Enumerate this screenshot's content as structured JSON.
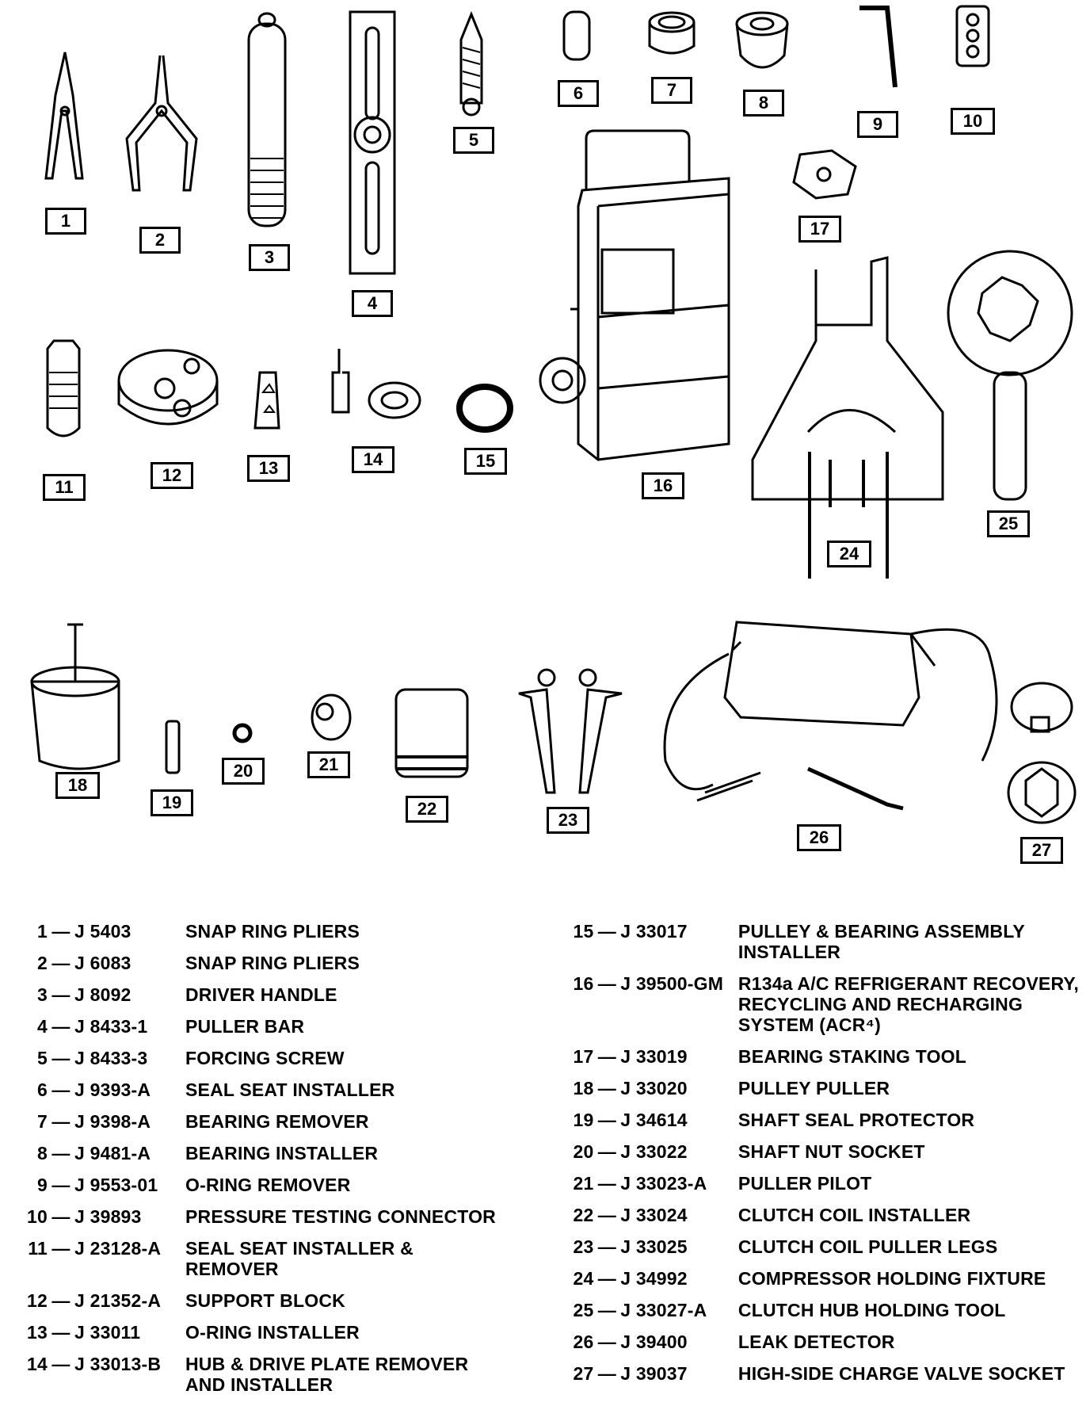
{
  "labels": [
    "1",
    "2",
    "3",
    "4",
    "5",
    "6",
    "7",
    "8",
    "9",
    "10",
    "11",
    "12",
    "13",
    "14",
    "15",
    "16",
    "17",
    "18",
    "19",
    "20",
    "21",
    "22",
    "23",
    "24",
    "25",
    "26",
    "27"
  ],
  "legend_left": [
    {
      "num": "1",
      "part": "J 5403",
      "desc": "SNAP RING PLIERS"
    },
    {
      "num": "2",
      "part": "J 6083",
      "desc": "SNAP RING PLIERS"
    },
    {
      "num": "3",
      "part": "J 8092",
      "desc": "DRIVER HANDLE"
    },
    {
      "num": "4",
      "part": "J 8433-1",
      "desc": "PULLER BAR"
    },
    {
      "num": "5",
      "part": "J 8433-3",
      "desc": "FORCING SCREW"
    },
    {
      "num": "6",
      "part": "J 9393-A",
      "desc": "SEAL SEAT INSTALLER"
    },
    {
      "num": "7",
      "part": "J 9398-A",
      "desc": "BEARING REMOVER"
    },
    {
      "num": "8",
      "part": "J 9481-A",
      "desc": "BEARING INSTALLER"
    },
    {
      "num": "9",
      "part": "J 9553-01",
      "desc": "O-RING REMOVER"
    },
    {
      "num": "10",
      "part": "J 39893",
      "desc": "PRESSURE TESTING CONNECTOR"
    },
    {
      "num": "11",
      "part": "J 23128-A",
      "desc": "SEAL SEAT INSTALLER &\nREMOVER"
    },
    {
      "num": "12",
      "part": "J 21352-A",
      "desc": "SUPPORT BLOCK"
    },
    {
      "num": "13",
      "part": "J 33011",
      "desc": "O-RING INSTALLER"
    },
    {
      "num": "14",
      "part": "J 33013-B",
      "desc": "HUB & DRIVE PLATE REMOVER\nAND INSTALLER"
    }
  ],
  "legend_right": [
    {
      "num": "15",
      "part": "J 33017",
      "desc": "PULLEY & BEARING ASSEMBLY\nINSTALLER"
    },
    {
      "num": "16",
      "part": "J 39500-GM",
      "desc": "R134a A/C REFRIGERANT RECOVERY,\nRECYCLING AND RECHARGING\nSYSTEM (ACR⁴)"
    },
    {
      "num": "17",
      "part": "J 33019",
      "desc": "BEARING STAKING TOOL"
    },
    {
      "num": "18",
      "part": "J 33020",
      "desc": "PULLEY PULLER"
    },
    {
      "num": "19",
      "part": "J 34614",
      "desc": "SHAFT SEAL PROTECTOR"
    },
    {
      "num": "20",
      "part": "J 33022",
      "desc": "SHAFT NUT SOCKET"
    },
    {
      "num": "21",
      "part": "J 33023-A",
      "desc": "PULLER PILOT"
    },
    {
      "num": "22",
      "part": "J 33024",
      "desc": "CLUTCH COIL INSTALLER"
    },
    {
      "num": "23",
      "part": "J 33025",
      "desc": "CLUTCH COIL PULLER LEGS"
    },
    {
      "num": "24",
      "part": "J 34992",
      "desc": "COMPRESSOR HOLDING FIXTURE"
    },
    {
      "num": "25",
      "part": "J 33027-A",
      "desc": "CLUTCH HUB HOLDING TOOL"
    },
    {
      "num": "26",
      "part": "J 39400",
      "desc": "LEAK DETECTOR"
    },
    {
      "num": "27",
      "part": "J 39037",
      "desc": "HIGH-SIDE CHARGE VALVE SOCKET"
    }
  ],
  "dash": "—"
}
